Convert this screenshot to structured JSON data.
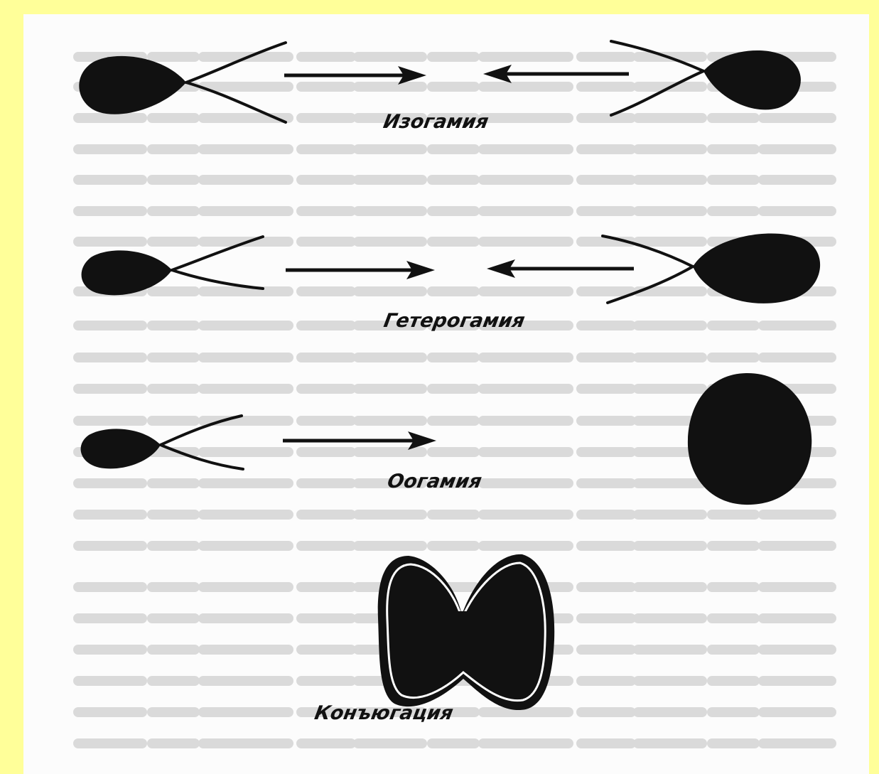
{
  "diagram": {
    "labels": {
      "isogamy": "Изогамия",
      "heterogamy": "Гетерогамия",
      "oogamy": "Оогамия",
      "conjugation": "Конъюгация"
    },
    "colors": {
      "background": "#ffff99",
      "paper": "#fcfcfc",
      "ink": "#111111",
      "faded_text": "#cfcfcf"
    }
  }
}
